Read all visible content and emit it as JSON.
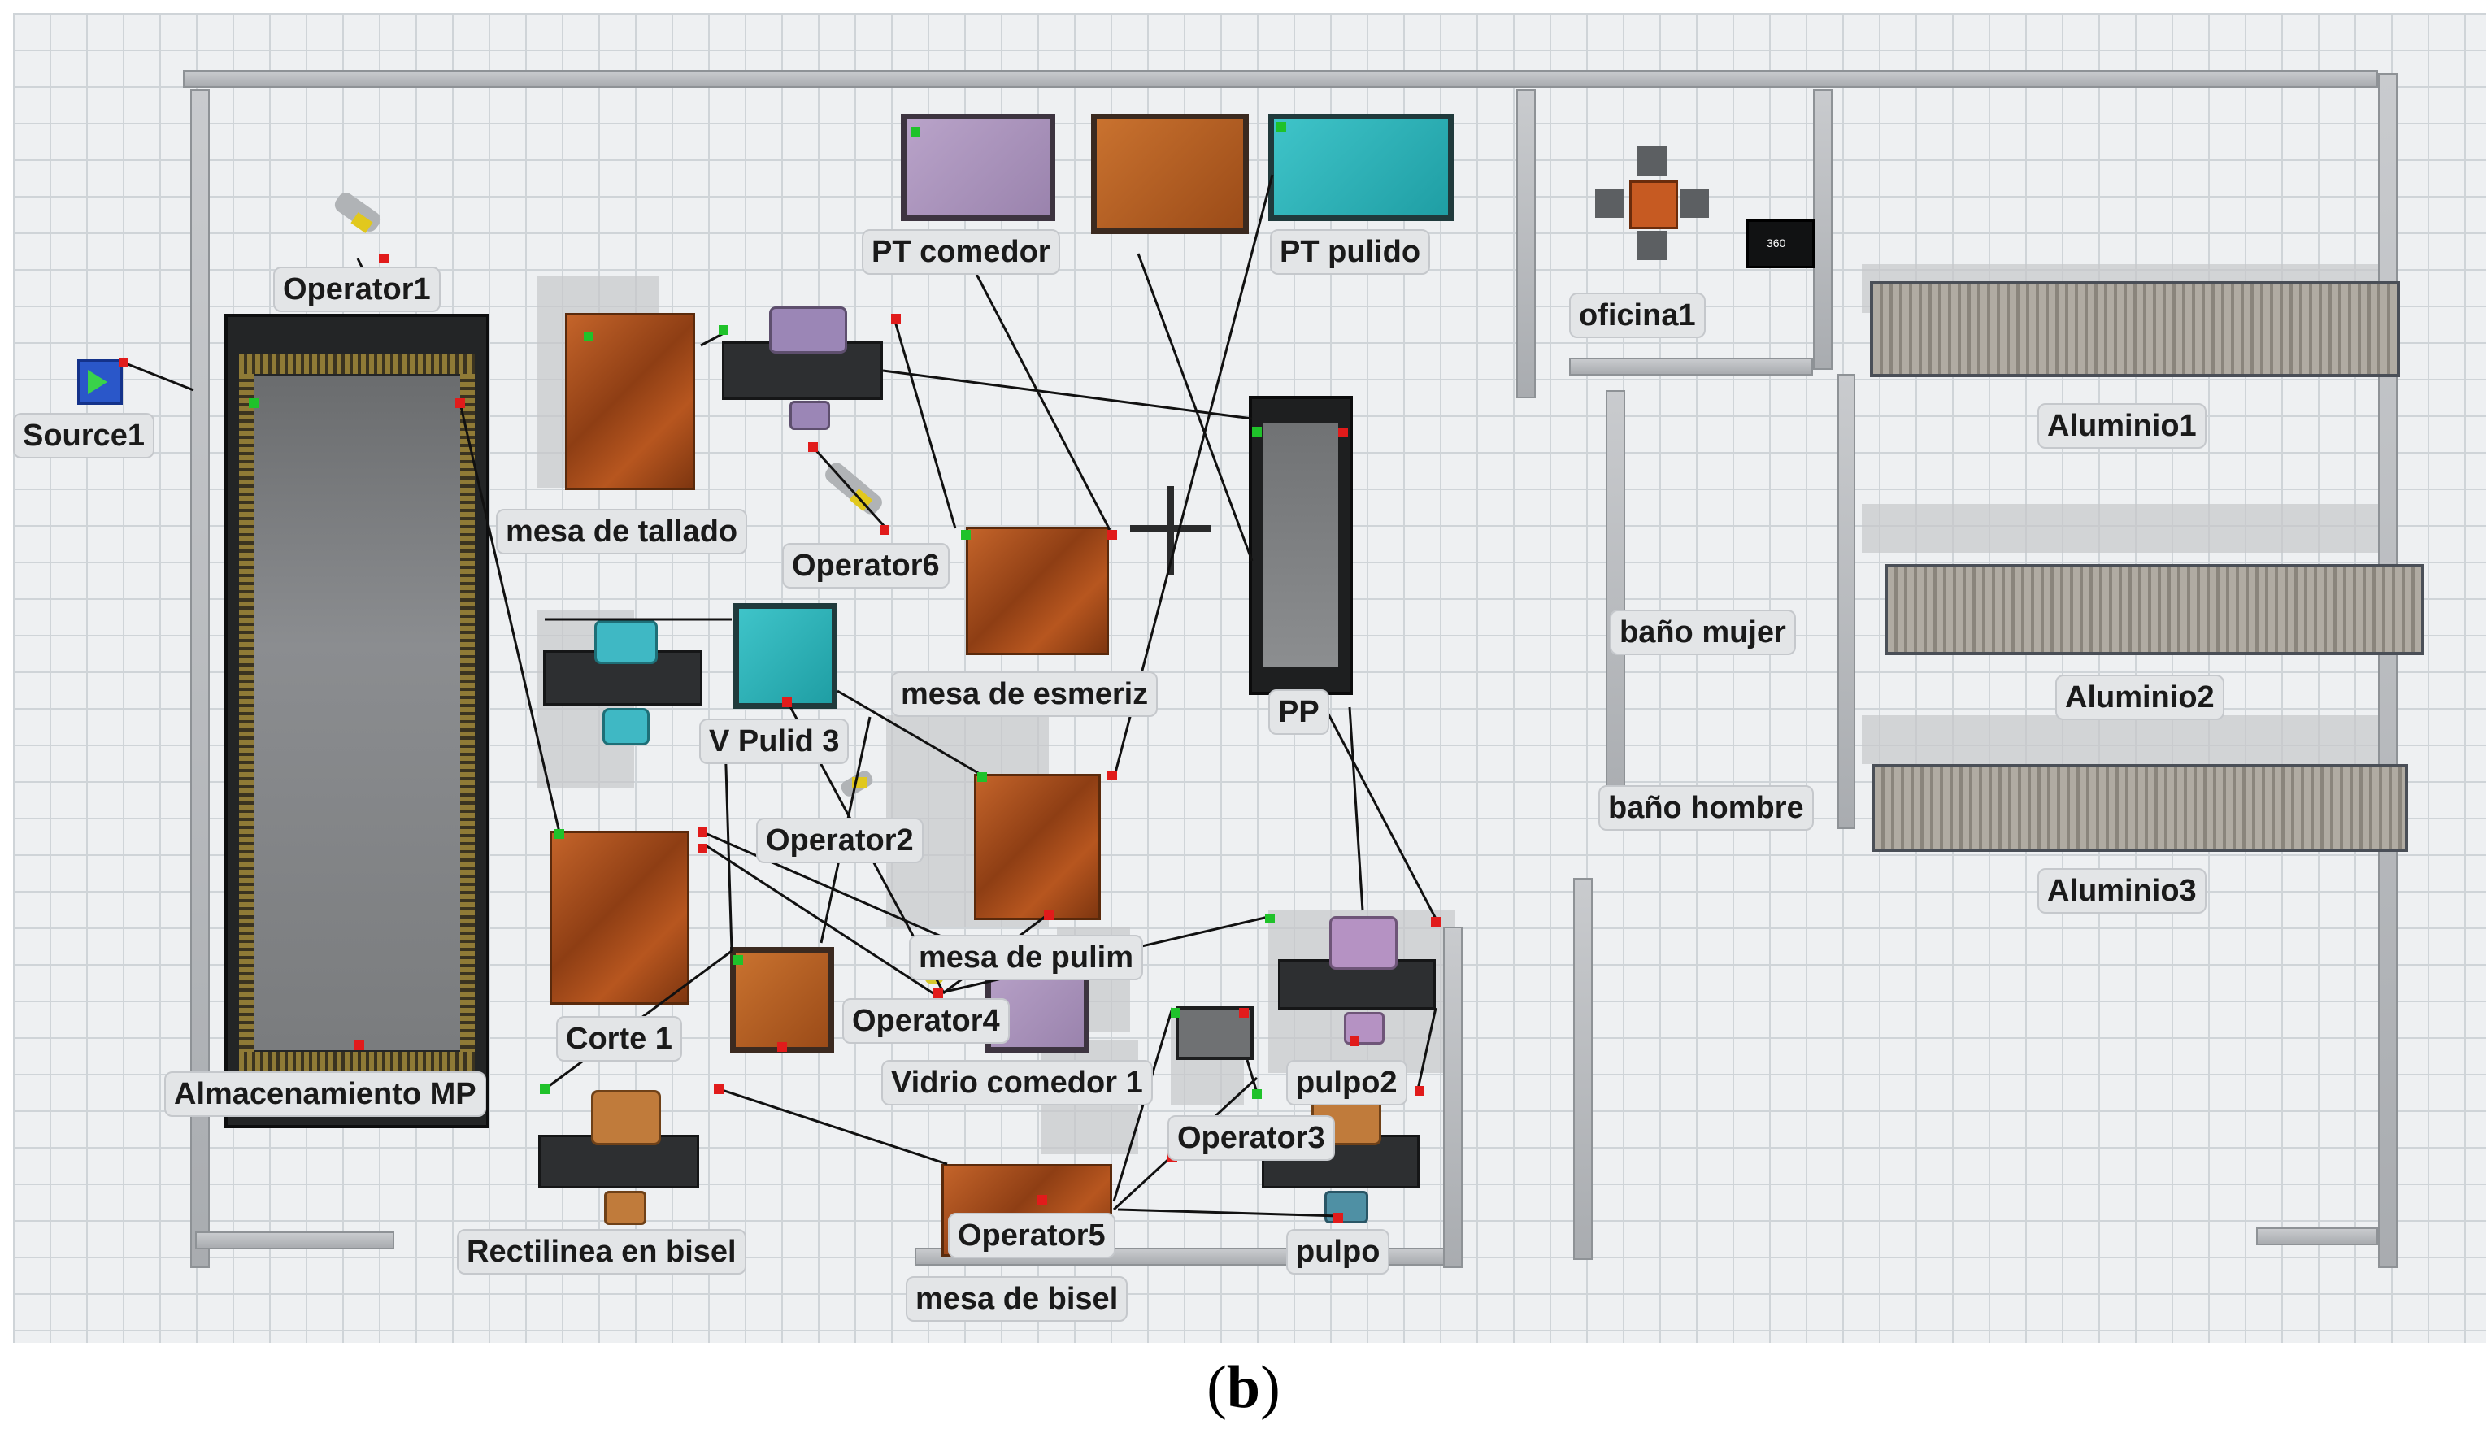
{
  "labels": {
    "operator1": "Operator1",
    "source1": "Source1",
    "almacenamiento": "Almacenamiento MP",
    "mesa_tallado": "mesa de tallado",
    "operator6": "Operator6",
    "pt_comedor": "PT comedor",
    "pt_pulido": "PT pulido",
    "mesa_esmeriz": "mesa de esmeriz",
    "pp": "PP",
    "v_pulid3": "V Pulid 3",
    "operator2": "Operator2",
    "mesa_pulim": "mesa de pulim",
    "operator4": "Operator4",
    "corte1": "Corte 1",
    "vidrio_comedor1": "Vidrio comedor 1",
    "pulpo2": "pulpo2",
    "operator3": "Operator3",
    "rectilinea": "Rectilinea en bisel",
    "operator5": "Operator5",
    "mesa_bisel": "mesa de bisel",
    "pulpo": "pulpo",
    "oficina1": "oficina1",
    "aluminio1": "Aluminio1",
    "bano_mujer": "baño mujer",
    "aluminio2": "Aluminio2",
    "bano_hombre": "baño hombre",
    "aluminio3": "Aluminio3"
  },
  "office_screen_text": "360",
  "caption": {
    "open": "(",
    "letter": "b",
    "close": ")"
  },
  "colors": {
    "port_output": "#e11b1b",
    "port_input": "#1fc22a",
    "floor": "#eef0f2"
  },
  "icons": {
    "source": "arrow-play-icon",
    "operator": "person-figure-icon",
    "move": "crosshair-icon"
  }
}
